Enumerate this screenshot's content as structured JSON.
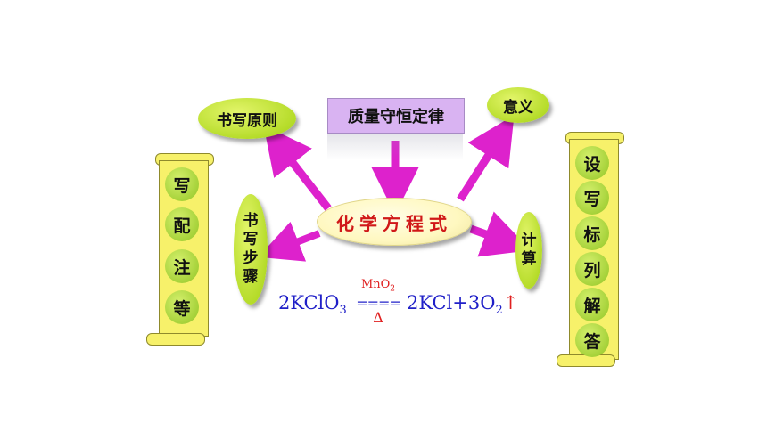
{
  "center": {
    "label": "化学方程式"
  },
  "top": {
    "label": "质量守恒定律"
  },
  "nodes": {
    "writing_principle": "书写原则",
    "meaning": "意义",
    "writing_steps": [
      "书",
      "写",
      "步",
      "骤"
    ],
    "calculation": [
      "计",
      "算"
    ]
  },
  "left_scroll": [
    "写",
    "配",
    "注",
    "等"
  ],
  "right_scroll": [
    "设",
    "写",
    "标",
    "列",
    "解",
    "答"
  ],
  "equation": {
    "left": "2KClO",
    "left_sub": "3",
    "catalyst": "MnO",
    "catalyst_sub": "2",
    "equals": "====",
    "heat": "Δ",
    "right_a": "2KCl+3O",
    "right_sub": "2",
    "gas_arrow": "↑"
  },
  "colors": {
    "arrow": "#dd22cc",
    "node_green": "#b6dc2a",
    "scroll": "#f7f16a",
    "box": "#d9b3f2"
  }
}
